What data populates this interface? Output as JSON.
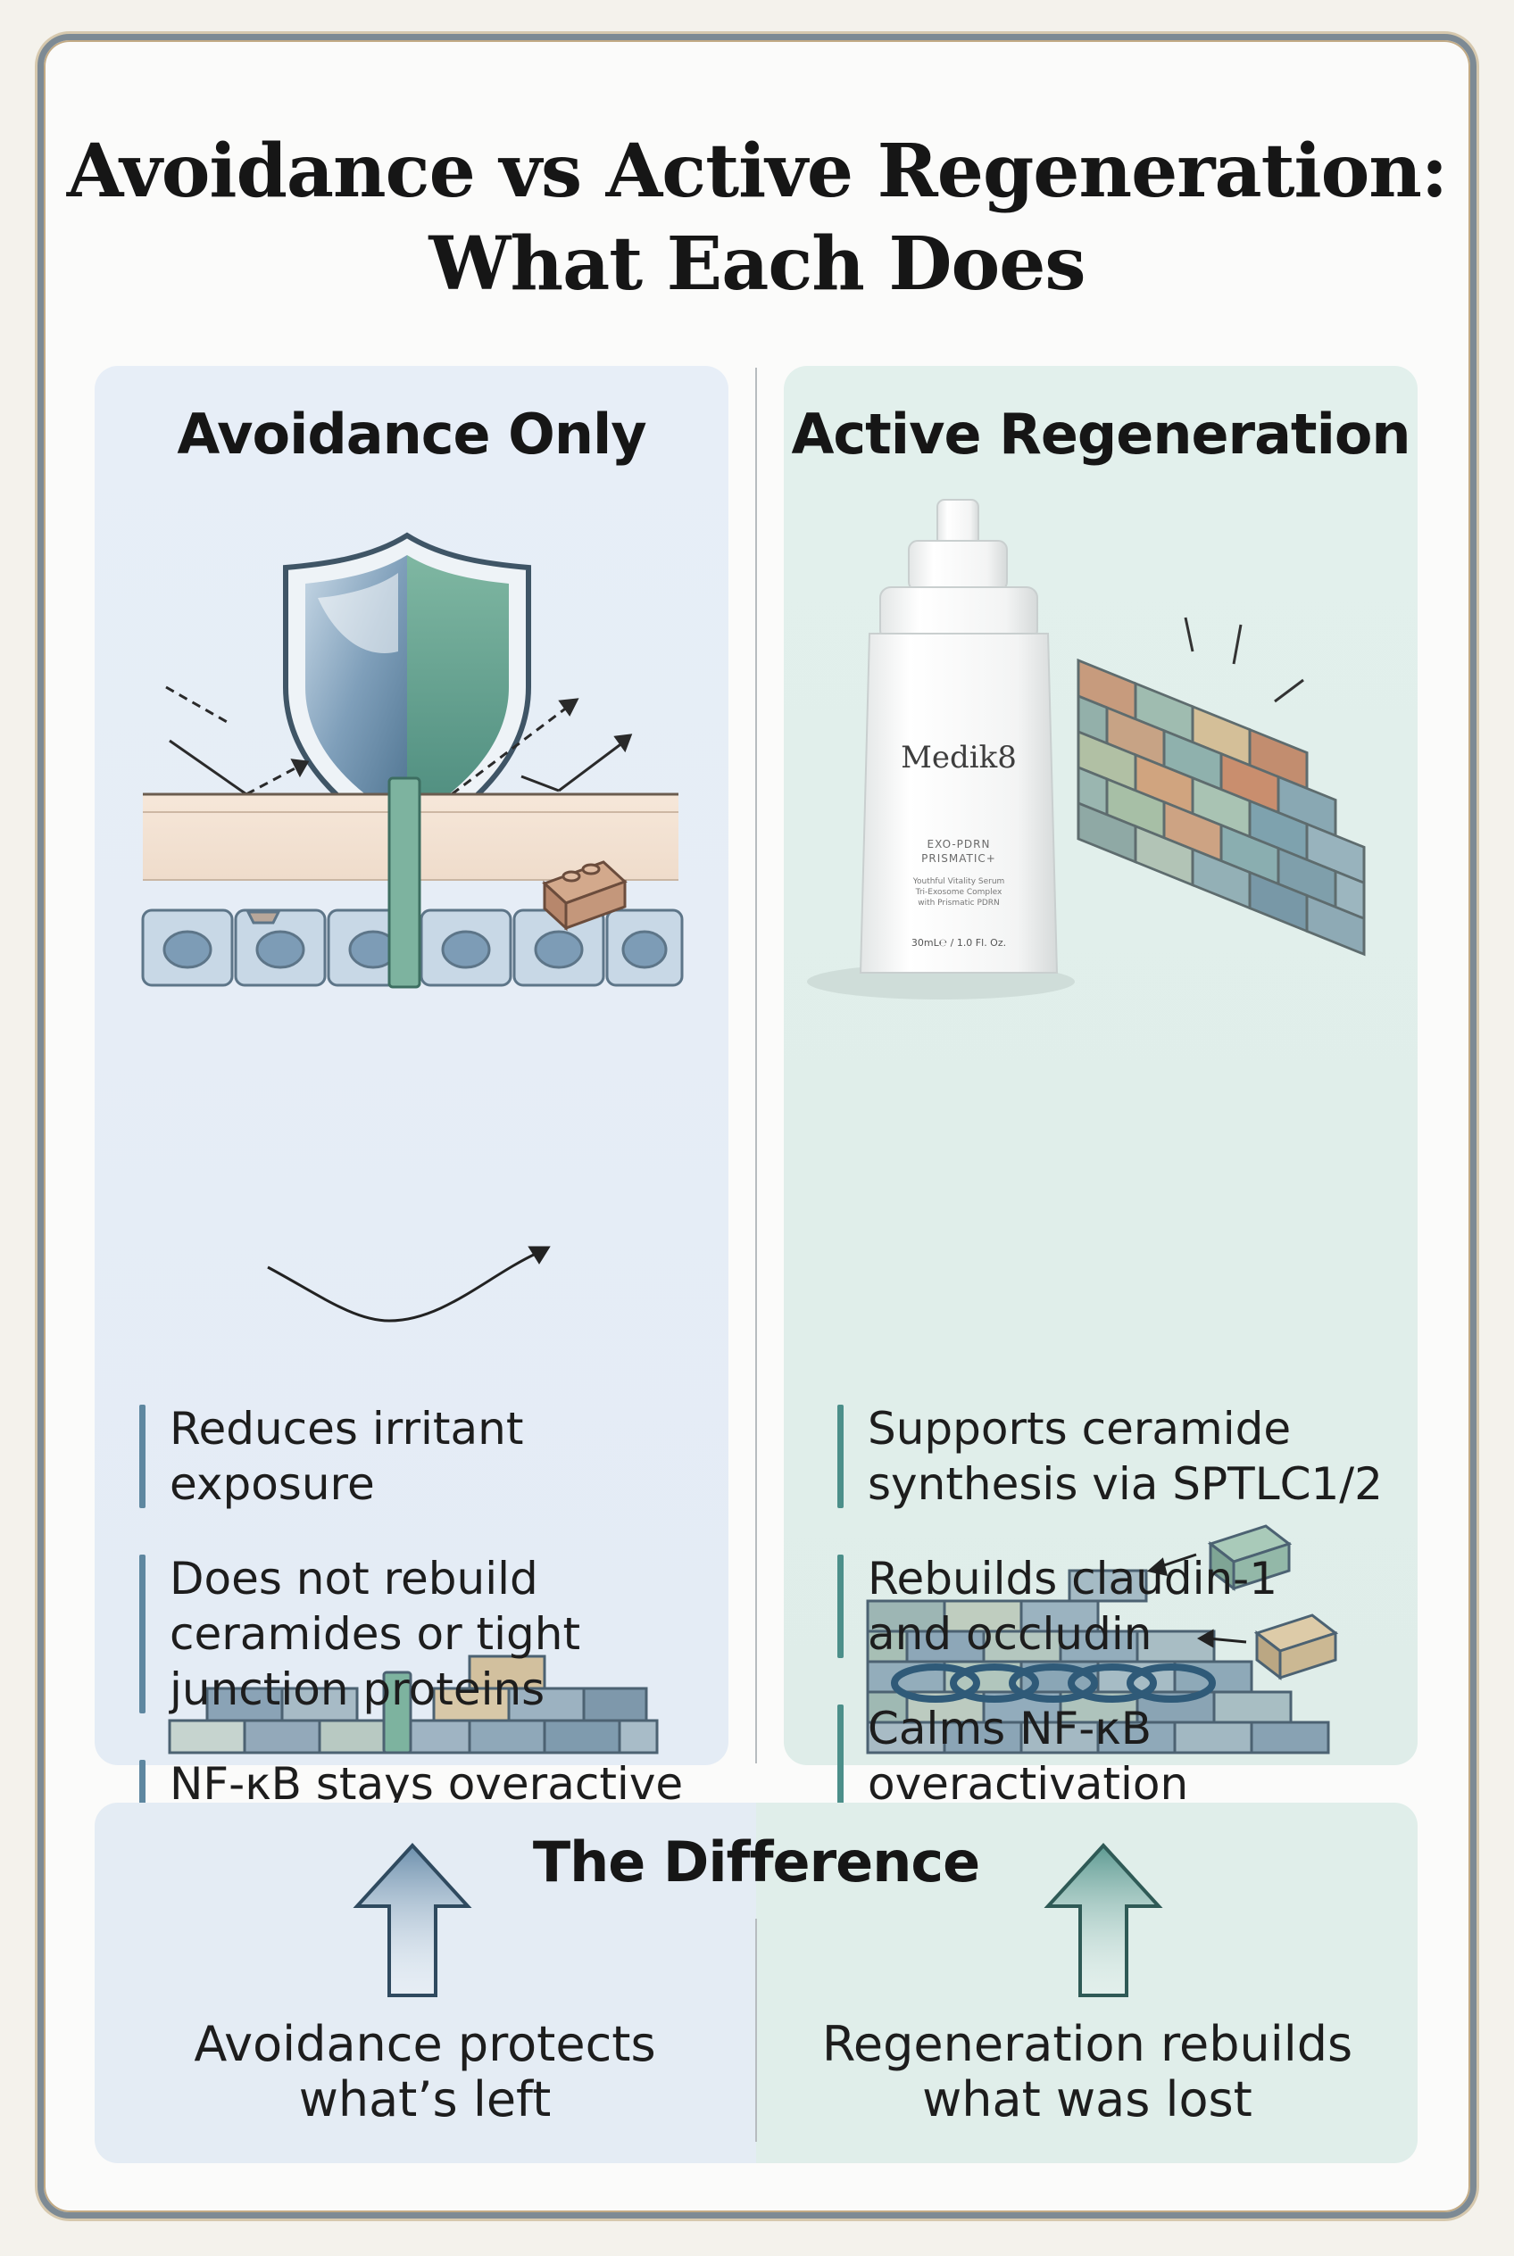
{
  "title": {
    "line1": "Avoidance vs Active Regeneration:",
    "line2": "What Each Does"
  },
  "left": {
    "heading": "Avoidance Only",
    "bullets": [
      {
        "line1": "Reduces irritant",
        "line2": "exposure"
      },
      {
        "line1": "Does not rebuild",
        "line2": "ceramides or tight",
        "line3": "junction proteins"
      },
      {
        "line1": "NF-κB stays overactive"
      }
    ]
  },
  "right": {
    "heading": "Active Regeneration",
    "product": {
      "brand": "Medik8",
      "name1": "EXO-PDRN",
      "name2": "PRISMATIC+",
      "desc1": "Youthful Vitality Serum",
      "desc2": "Tri-Exosome Complex",
      "desc3": "with Prismatic PDRN",
      "volume": "30mL℮ / 1.0 Fl. Oz."
    },
    "bullets": [
      {
        "line1": "Supports ceramide",
        "line2": "synthesis via SPTLC1/2"
      },
      {
        "line1": "Rebuilds claudin-1",
        "line2": "and occludin"
      },
      {
        "line1": "Calms NF-κB",
        "line2": "overactivation"
      }
    ]
  },
  "difference": {
    "heading": "The Difference",
    "left": {
      "line1": "Avoidance protects",
      "line2": "what’s left"
    },
    "right": {
      "line1": "Regeneration rebuilds",
      "line2": "what was lost"
    }
  },
  "colors": {
    "left_panel": "#e6edf6",
    "right_panel": "#e1efeb",
    "left_accent": "#5e87a0",
    "right_accent": "#4c8f8a",
    "frame": "#7d8a94"
  }
}
